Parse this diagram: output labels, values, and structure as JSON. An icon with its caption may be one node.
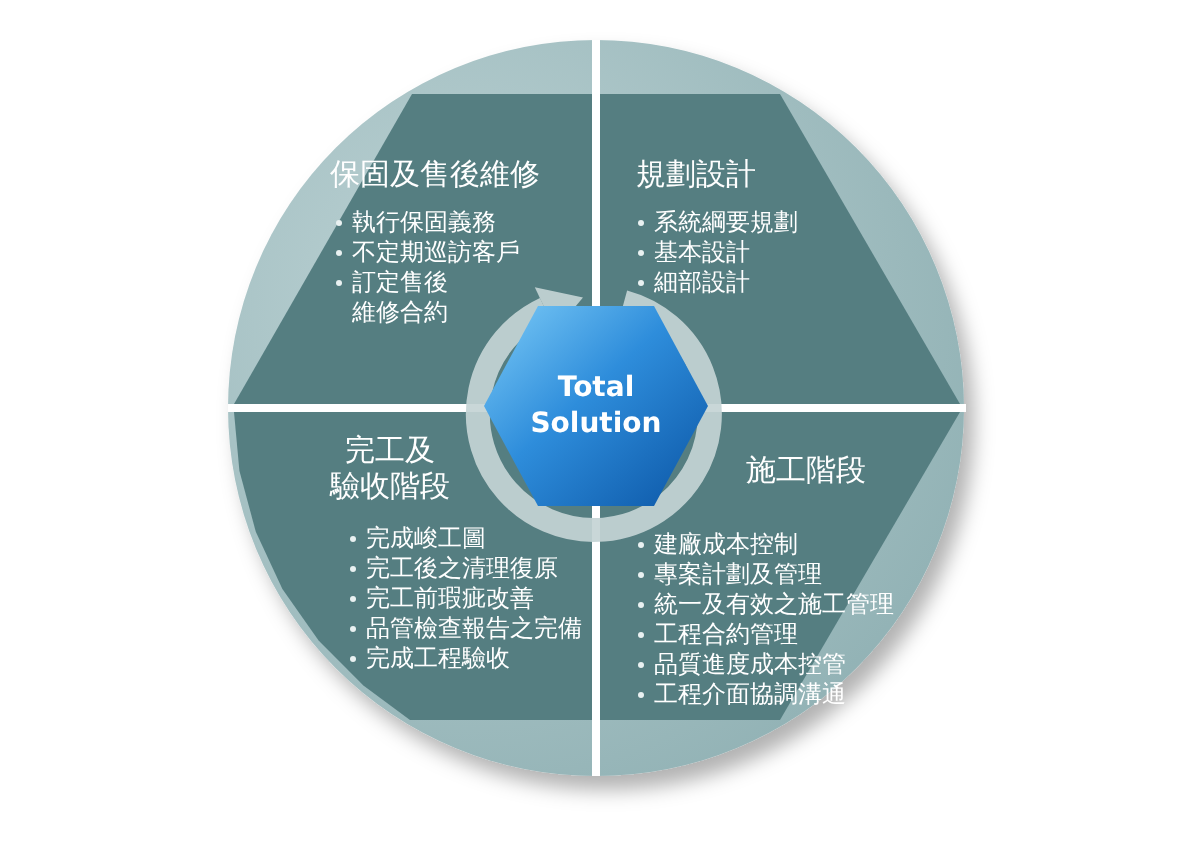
{
  "diagram": {
    "nodes": [
      {
        "text": [
          "保固及售後維修",
          "執行保固義務",
          "不定期巡訪客戶",
          "訂定售後維修合約"
        ]
      },
      {
        "text": [
          "規劃設計",
          "系統綱要規劃",
          "基本設計",
          "細部設計"
        ]
      },
      {
        "text": [
          "Total Solution"
        ]
      },
      {
        "text": [
          "完工及驗收階段",
          "完成峻工圖",
          "完工後之清理復原",
          "完工前瑕疵改善",
          "品管檢查報告之完備",
          "完成工程驗收"
        ]
      },
      {
        "text": [
          "施工階段",
          "建廠成本控制",
          "專案計劃及管理",
          "統一及有效之施工管理",
          "工程合約管理",
          "品質進度成本控管",
          "工程介面協調溝通"
        ]
      }
    ]
  }
}
